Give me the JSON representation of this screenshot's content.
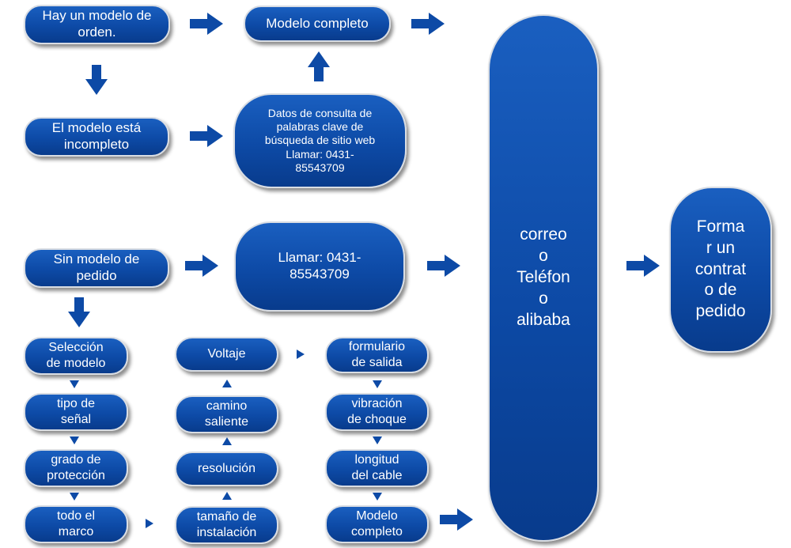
{
  "diagram": {
    "nodes": {
      "has_order_model": "Hay un modelo de\norden.",
      "model_complete_top": "Modelo completo",
      "model_incomplete": "El modelo está\nincompleto",
      "keyword_query": "Datos de consulta de\npalabras clave de\nbúsqueda de sitio web\nLlamar: 0431-\n85543709",
      "no_order_model": "Sin modelo de\npedido",
      "call_phone": "Llamar: 0431-\n85543709",
      "contact_channels": "correo\no\nTeléfon\no\nalibaba",
      "form_contract": "Forma\nr un\ncontrat\no de\npedido",
      "model_selection": "Selección\nde modelo",
      "signal_type": "tipo de\nseñal",
      "protection_grade": "grado de\nprotección",
      "whole_frame": "todo el\nmarco",
      "install_size": "tamaño de\ninstalación",
      "resolution": "resolución",
      "outlet_path": "camino\nsaliente",
      "voltage": "Voltaje",
      "output_form": "formulario\nde salida",
      "shock_vibration": "vibración\nde choque",
      "cable_length": "longitud\ndel cable",
      "model_complete_bottom": "Modelo\ncompleto"
    },
    "colors": {
      "node_fill": "#0d4aa6",
      "node_border": "#d9dde3",
      "arrow": "#0d4aa6",
      "text": "#ffffff"
    }
  }
}
